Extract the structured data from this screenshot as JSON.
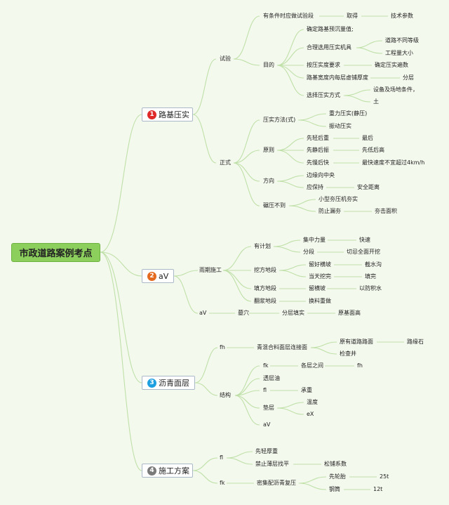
{
  "root": {
    "label": "市政道路案例考点"
  },
  "branches": [
    {
      "num": "1",
      "label": "路基压实",
      "color": "#e02a2a"
    },
    {
      "num": "2",
      "label": "aV",
      "color": "#e36a1e"
    },
    {
      "num": "3",
      "label": "沥青面层",
      "color": "#1e9fe0"
    },
    {
      "num": "4",
      "label": "施工方案",
      "color": "#7a7a7a"
    }
  ],
  "nodes": {
    "b1_shiyan": "试验",
    "b1_zhengshi": "正式",
    "b1_tiaojian": "有条件时应做试验段",
    "b1_qude": "取得",
    "b1_jishu": "技术参数",
    "b1_mudi": "目的",
    "b1_queding": "确定路基预沉量值;",
    "b1_heli": "合理选用压实机具",
    "b1_dengji": "道路不同等级",
    "b1_gongcheng": "工程量大小",
    "b1_anyashi": "按压实度要求",
    "b1_queding2": "确定压实遍数",
    "b1_kuandu": "路基宽度内每层虚铺厚度",
    "b1_fenceng": "分层",
    "b1_xuanze": "选择压实方式",
    "b1_shebei": "设备及场地条件，",
    "b1_tu": "土",
    "b1_fangfa": "压实方法(式)",
    "b1_zhongli": "重力压实(静压)",
    "b1_zhendong": "振动压实",
    "b1_yuanze": "原则",
    "b1_xianqing": "先轻后重",
    "b1_zuihou": "最后",
    "b1_xianjing": "先静后振",
    "b1_xiandi": "先低后高",
    "b1_xianman": "先慢后快",
    "b1_zuikuai": "最快速度不宜超过4km/h",
    "b1_fangxiang": "方向",
    "b1_bianyuan": "边缘向中央",
    "b1_yingbaochi": "应保持",
    "b1_anquan": "安全距离",
    "b1_niandao": "碾压不到",
    "b1_xiaoxing": "小型夯压机夯实",
    "b1_fangzhi": "防止漏夯",
    "b1_hangya": "夯击面积",
    "b2_yuqi": "雨期施工",
    "b2_av": "aV",
    "b2_youjihua": "有计划",
    "b2_jizhong": "集中力量",
    "b2_kuaisu": "快速",
    "b2_fenduan": "分段",
    "b2_qieji": "切忌全面开挖",
    "b2_wafang": "挖方地段",
    "b2_liuhao": "留好横坡",
    "b2_jieshui": "截水沟",
    "b2_dangtian": "当天挖完",
    "b2_tianwan": "填完",
    "b2_tianfang": "填方地段",
    "b2_liuheng": "留横坡",
    "b2_yifang": "以防积水",
    "b2_fanjiang": "翻浆地段",
    "b2_huanliao": "换料重做",
    "b2_muxue": "墓穴",
    "b2_fenceng": "分层填实",
    "b2_yuanji": "原基面高",
    "b3_fh": "fh",
    "b3_qinghun": "青混合料面层连接面",
    "b3_yuanyou": "原有道路路面",
    "b3_luyuan": "路缘石",
    "b3_jiancha": "检查井",
    "b3_jiegou": "结构",
    "b3_fk": "fk",
    "b3_geceng": "各层之间",
    "b3_fh2": "fh",
    "b3_touceng": "透层油",
    "b3_fl": "fl",
    "b3_chengzhong": "承重",
    "b3_dianceng": "垫层",
    "b3_wendu": "温度",
    "b3_ex": "eX",
    "b3_av": "aV",
    "b4_fl": "fl",
    "b4_xianqing": "先轻厚重",
    "b4_jinzhi": "禁止薄层找平",
    "b4_songpu": "松铺系数",
    "b4_fk": "fk",
    "b4_mijipei": "密集配沥青复压",
    "b4_xianlun": "先轮胎",
    "b4_25t": "25t",
    "b4_gangtong": "钢筒",
    "b4_12t": "12t"
  }
}
